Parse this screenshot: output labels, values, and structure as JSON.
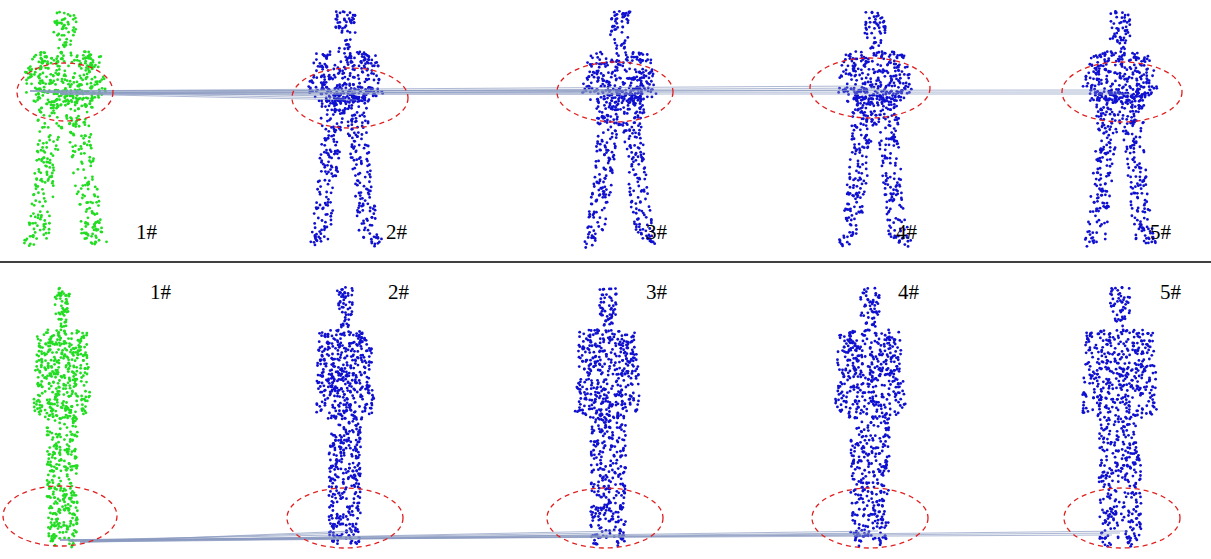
{
  "diagram": {
    "labels": [
      "1#",
      "2#",
      "3#",
      "4#",
      "5#",
      "1#",
      "2#",
      "3#",
      "4#",
      "5#"
    ]
  }
}
